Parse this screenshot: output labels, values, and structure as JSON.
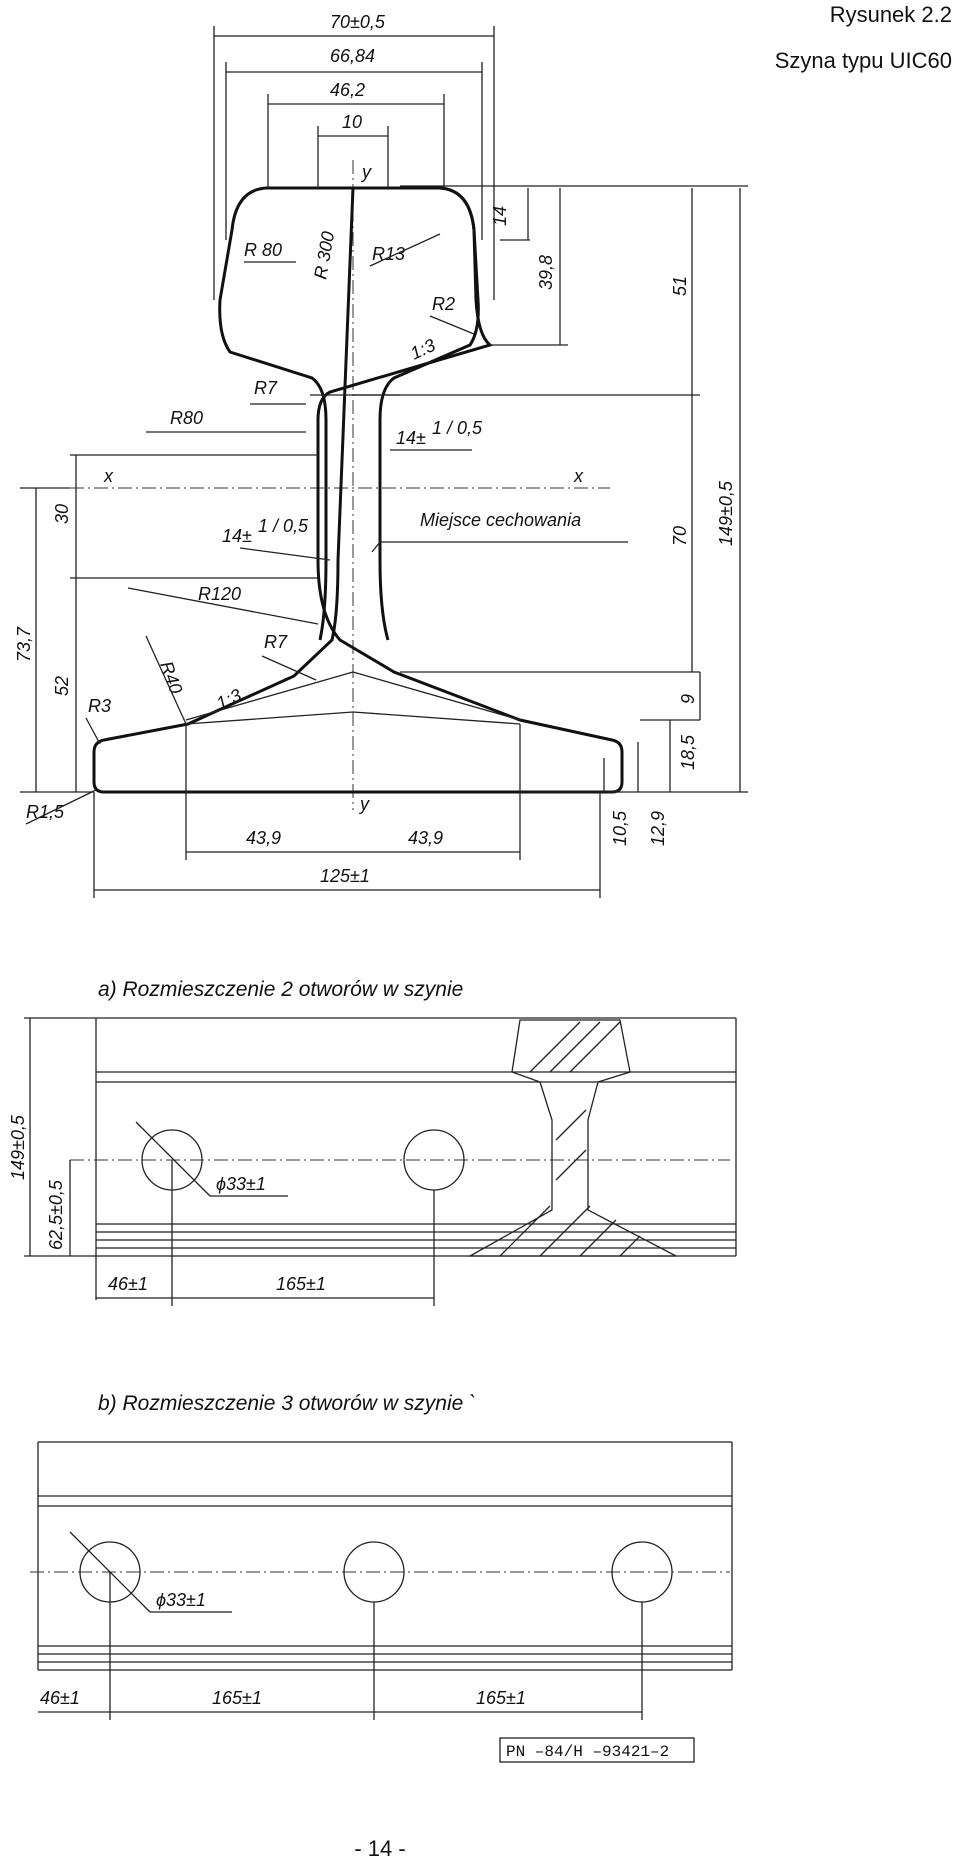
{
  "header": {
    "figure_label": "Rysunek 2.2",
    "figure_title": "Szyna typu UIC60"
  },
  "profile": {
    "top_dims": [
      "70±0,5",
      "66,84",
      "46,2",
      "10"
    ],
    "axis_y": "y",
    "axis_x": "x",
    "radii": [
      "R 80",
      "R 300",
      "R13",
      "R2",
      "R7",
      "R80",
      "R120",
      "R7",
      "R40",
      "R3",
      "R1,5"
    ],
    "slope": "1:3",
    "slope_bottom": "1:3",
    "web": "14±",
    "web_tol": "1 / 0,5",
    "web_low": "14±",
    "web_low_tol": "1 / 0,5",
    "marking": "Miejsce cechowania",
    "right_dims": [
      "14",
      "39,8",
      "51",
      "70",
      "149±0,5",
      "9",
      "18,5"
    ],
    "left_dims": [
      "30",
      "52",
      "73,7"
    ],
    "bottom_dims": [
      "43,9",
      "43,9",
      "125±1"
    ],
    "foot_dims": [
      "10,5",
      "12,9"
    ]
  },
  "detail_a": {
    "caption": "a)  Rozmieszczenie 2 otworów w szynie",
    "height": "149±0,5",
    "hole_height": "62,5±0,5",
    "hole_dia": "ϕ33±1",
    "spacing": [
      "46±1",
      "165±1"
    ]
  },
  "detail_b": {
    "caption": "b)  Rozmieszczenie 3 otworów w szynie `",
    "hole_dia": "ϕ33±1",
    "spacing": [
      "46±1",
      "165±1",
      "165±1"
    ]
  },
  "standard": "PN –84/H –93421–2",
  "page_number": "- 14 -"
}
